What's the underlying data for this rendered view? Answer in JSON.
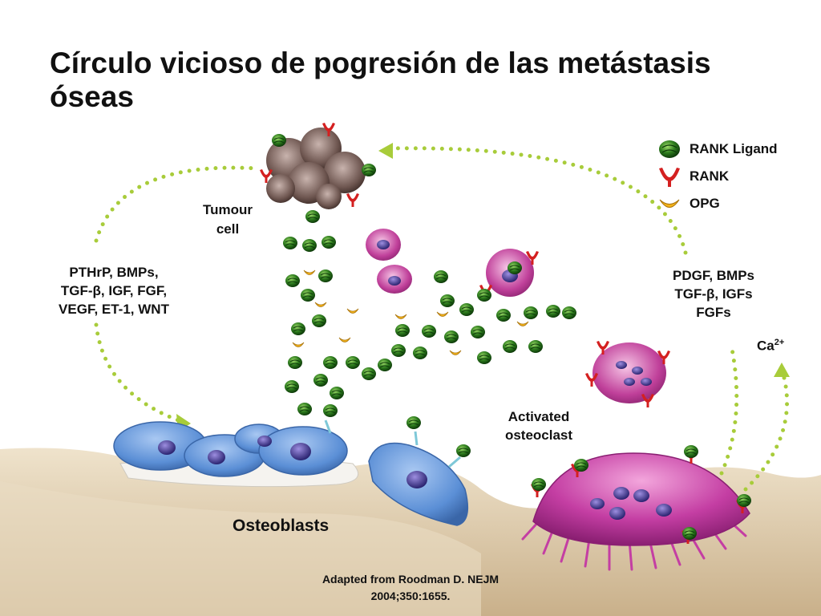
{
  "title": "Círculo vicioso de pogresión de las metástasis óseas",
  "labels": {
    "tumour_cell": "Tumour cell",
    "left_factors": [
      "PTHrP, BMPs,",
      "TGF-β, IGF, FGF,",
      "VEGF, ET-1, WNT"
    ],
    "right_factors": [
      "PDGF, BMPs",
      "TGF-β, IGFs",
      "FGFs"
    ],
    "calcium": "Ca",
    "calcium_charge": "2+",
    "activated_osteoclast": [
      "Activated",
      "osteoclast"
    ],
    "osteoblasts": "Osteoblasts"
  },
  "legend": [
    {
      "icon": "rank-ligand-icon",
      "label": "RANK Ligand",
      "color": "#2e7d1e"
    },
    {
      "icon": "rank-receptor-icon",
      "label": "RANK",
      "color": "#d42020"
    },
    {
      "icon": "opg-icon",
      "label": "OPG",
      "color": "#f2b21a"
    }
  ],
  "caption": [
    "Adapted from Roodman D. NEJM",
    "2004;350:1655."
  ],
  "colors": {
    "arrow": "#a8cc3a",
    "osteoblast": "#5b8fd6",
    "osteoclast": "#c0409a",
    "bone": "#dccbae"
  }
}
